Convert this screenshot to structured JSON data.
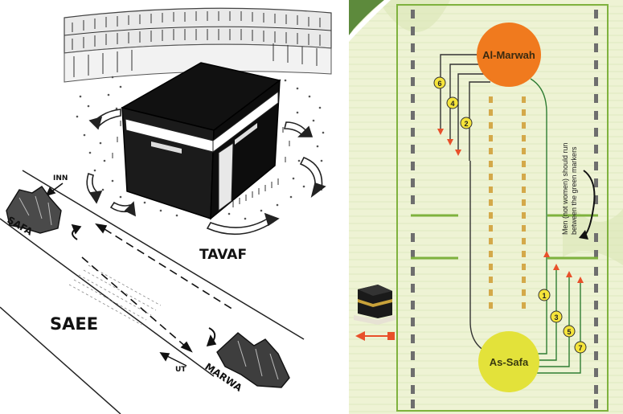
{
  "left_panel": {
    "labels": {
      "inn": "INN",
      "safa": "SAFA",
      "tavaf": "TAVAF",
      "saee": "SAEE",
      "ut": "UT",
      "marwa": "MARWA"
    }
  },
  "right_panel": {
    "top_hill": "Al-Marwah",
    "bottom_hill": "As-Safa",
    "note_line1": "Men (not women) should run",
    "note_line2": "between the green markers",
    "lap_numbers": [
      "1",
      "2",
      "3",
      "4",
      "5",
      "6",
      "7"
    ],
    "colors": {
      "background": "#eef3d4",
      "track_green": "#7fb23e",
      "marwah_orange": "#f07a1e",
      "safa_yellow": "#e3e23a",
      "arrow_red": "#e8502a",
      "lap_badge": "#f5e43a",
      "lane_dashes": "#6e6e6e",
      "center_dashes": "#d4a94a"
    }
  }
}
